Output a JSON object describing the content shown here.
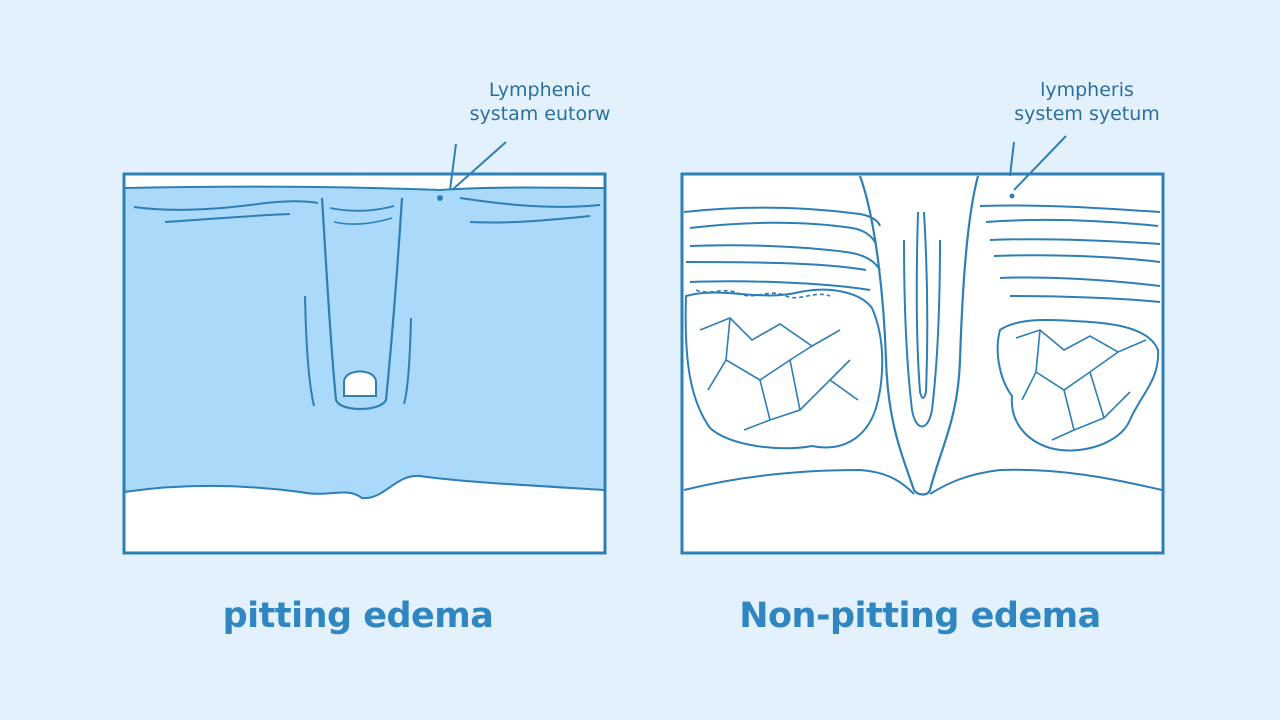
{
  "colors": {
    "background": "#e3f1fc",
    "outline": "#2d7fb5",
    "fluid": "#a9d8fa",
    "caption": "#2f86c0"
  },
  "panels": {
    "left": {
      "annotation_line1": "Lymphenic",
      "annotation_line2": "systam eutorw",
      "caption": "pitting edema"
    },
    "right": {
      "annotation_line1": "lympheris",
      "annotation_line2": "system syetum",
      "caption": "Non-pitting edema"
    }
  }
}
